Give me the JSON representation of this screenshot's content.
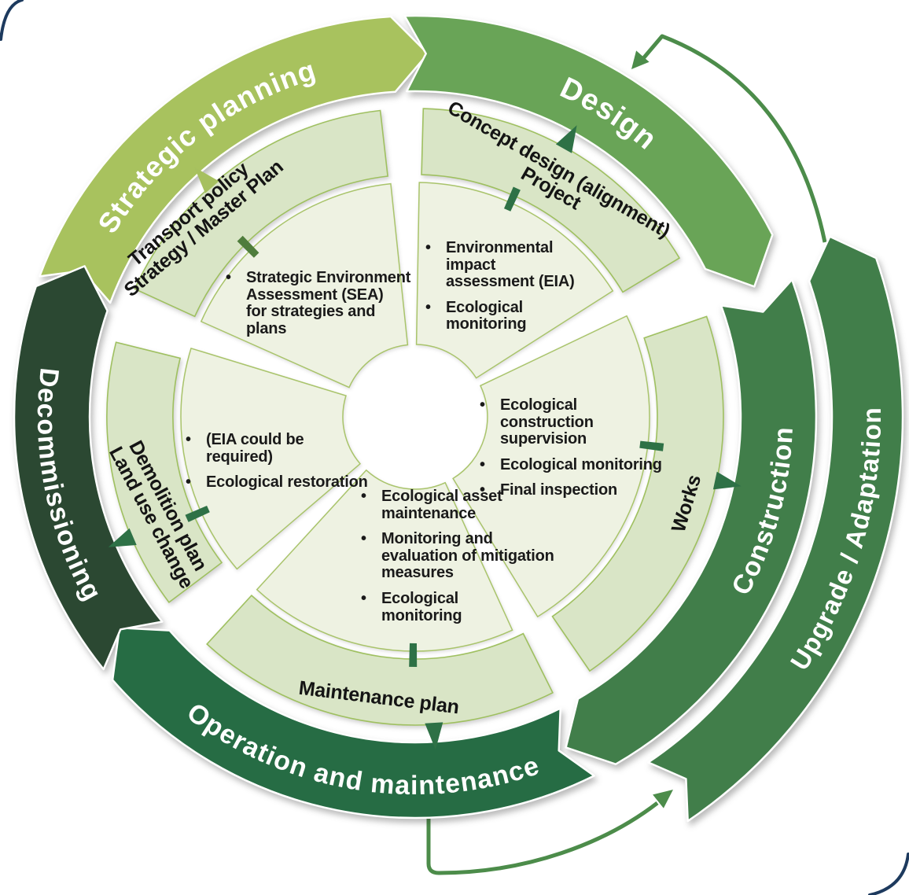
{
  "bullet": "•",
  "palette": {
    "strategic_green": "#a8c25e",
    "design_green": "#69a457",
    "construction_green": "#417e4a",
    "operation_green": "#266c44",
    "decommissioning_green": "#2b4832",
    "upgrade_green": "#417e4a",
    "band_fill": "#d9e5c6",
    "wedge_fill": "#eef2e2",
    "connector_dark": "#2e7146",
    "connector_olive": "#4f7d3c",
    "connector_light": "#a6c05f",
    "thin_arrow": "#4c8c4a",
    "corner_blue": "#1d3a5e"
  },
  "outer_ring": {
    "segments": [
      {
        "id": "strategic-planning",
        "label": "Strategic planning",
        "color": "#a8c25e"
      },
      {
        "id": "design",
        "label": "Design",
        "color": "#69a457"
      },
      {
        "id": "construction",
        "label": "Construction",
        "color": "#417e4a"
      },
      {
        "id": "operation-maintenance",
        "label": "Operation and maintenance",
        "color": "#266c44"
      },
      {
        "id": "decommissioning",
        "label": "Decommissioning",
        "color": "#2b4832"
      },
      {
        "id": "upgrade-adaptation",
        "label": "Upgrade / Adaptation",
        "color": "#417e4a"
      }
    ]
  },
  "middle_ring": {
    "segments": [
      {
        "id": "transport-policy",
        "line1": "Transport policy",
        "line2": "Strategy / Master Plan"
      },
      {
        "id": "concept-design",
        "line1": "Concept design (alignment)",
        "line2": "Project"
      },
      {
        "id": "works",
        "line1": "Works",
        "line2": ""
      },
      {
        "id": "maintenance-plan",
        "line1": "Maintenance plan",
        "line2": ""
      },
      {
        "id": "demolition-plan",
        "line1": "Demolition plan",
        "line2": "Land use change"
      }
    ]
  },
  "inner_ring": {
    "strategic": {
      "items": [
        "Strategic Environment\nAssessment (SEA)\nfor strategies and plans"
      ]
    },
    "design": {
      "items": [
        "Environmental\nimpact\nassessment (EIA)",
        "Ecological\nmonitoring"
      ]
    },
    "construction": {
      "items": [
        "Ecological construction\nsupervision",
        "Ecological monitoring",
        "Final inspection"
      ]
    },
    "operation": {
      "items": [
        "Ecological asset\nmaintenance",
        "Monitoring and\nevaluation of mitigation\nmeasures",
        "Ecological\nmonitoring"
      ]
    },
    "decommissioning": {
      "items": [
        "(EIA could be required)",
        "Ecological restoration"
      ]
    }
  }
}
